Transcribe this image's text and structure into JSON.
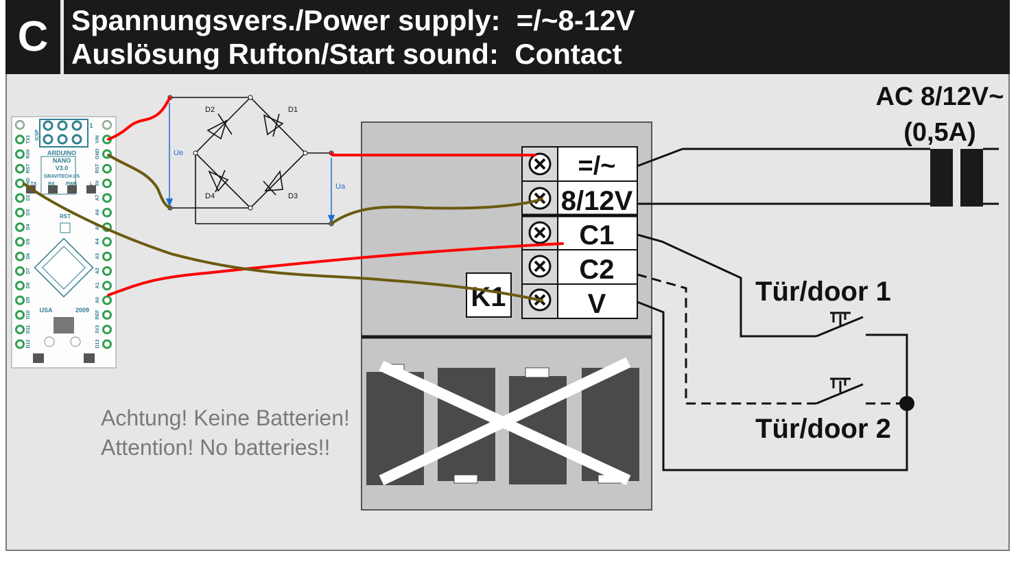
{
  "header": {
    "section_letter": "C",
    "line1": "Spannungsvers./Power supply:  =/~8-12V",
    "line2": "Auslösung Rufton/Start sound:  Contact"
  },
  "transformer": {
    "label_line1": "AC 8/12V~",
    "label_line2": "(0,5A)"
  },
  "terminals": [
    "=/~",
    "8/12V",
    "C1",
    "C2",
    "V"
  ],
  "relay_label": "K1",
  "switches": {
    "door1": "Tür/door 1",
    "door2": "Tür/door 2"
  },
  "warning": {
    "de": "Achtung! Keine Batterien!",
    "en": "Attention! No batteries!!"
  },
  "bridge": {
    "diodes": [
      "D2",
      "D1",
      "D4",
      "D3"
    ],
    "input_voltage": "Ue",
    "output_voltage": "Ua"
  },
  "arduino": {
    "board_text": [
      "ARDUINO",
      "NANO",
      "V3.0",
      "GRAVITECH.US",
      "USA",
      "2009"
    ],
    "header_labels": [
      "ICSP",
      "1",
      "TX",
      "RX",
      "PWR",
      "L",
      "RST"
    ],
    "left_pins": [
      "TX1",
      "RX0",
      "RST",
      "GND",
      "D2",
      "D3",
      "D4",
      "D5",
      "D6",
      "D7",
      "D8",
      "D9",
      "D10",
      "D11",
      "D12"
    ],
    "right_pins": [
      "VIN",
      "GND",
      "RST",
      "5V",
      "A7",
      "A6",
      "A5",
      "A4",
      "A3",
      "A2",
      "A1",
      "A0",
      "REF",
      "3V3",
      "D13"
    ]
  },
  "colors": {
    "header_bg": "#1a1a1a",
    "panel_bg": "#e6e6e6",
    "wire_red": "#ff0000",
    "wire_brown": "#6b5a10",
    "bridge_line": "#1f6fd1"
  }
}
